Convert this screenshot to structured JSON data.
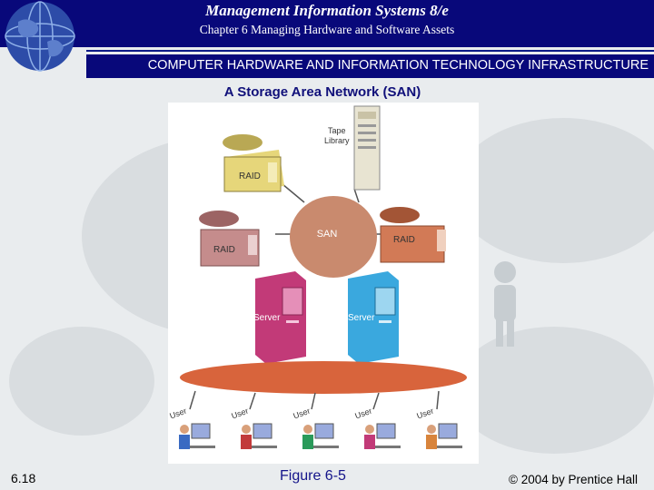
{
  "header": {
    "title": "Management Information Systems 8/e",
    "subtitle": "Chapter 6 Managing Hardware and Software Assets"
  },
  "section": "COMPUTER HARDWARE AND INFORMATION TECHNOLOGY INFRASTRUCTURE",
  "figure": {
    "title": "A Storage Area Network (SAN)",
    "nodes": {
      "tape_line1": "Tape",
      "tape_line2": "Library",
      "raid": "RAID",
      "san": "SAN",
      "server": "Server",
      "user": "User"
    }
  },
  "footer": {
    "slide_number": "6.18",
    "figure_ref": "Figure 6-5",
    "copyright": "© 2004 by Prentice Hall"
  },
  "colors": {
    "header_bg": "#08087a",
    "san_hub": "#c98a6e",
    "raid_yellow": "#e6d67a",
    "raid_pink": "#c58c8c",
    "raid_orange": "#d27a56",
    "server_pink": "#c23a78",
    "server_blue": "#3aa8de",
    "network_ellipse": "#d8643c"
  },
  "icons": [
    "globe-icon",
    "person-silhouette-icon"
  ]
}
